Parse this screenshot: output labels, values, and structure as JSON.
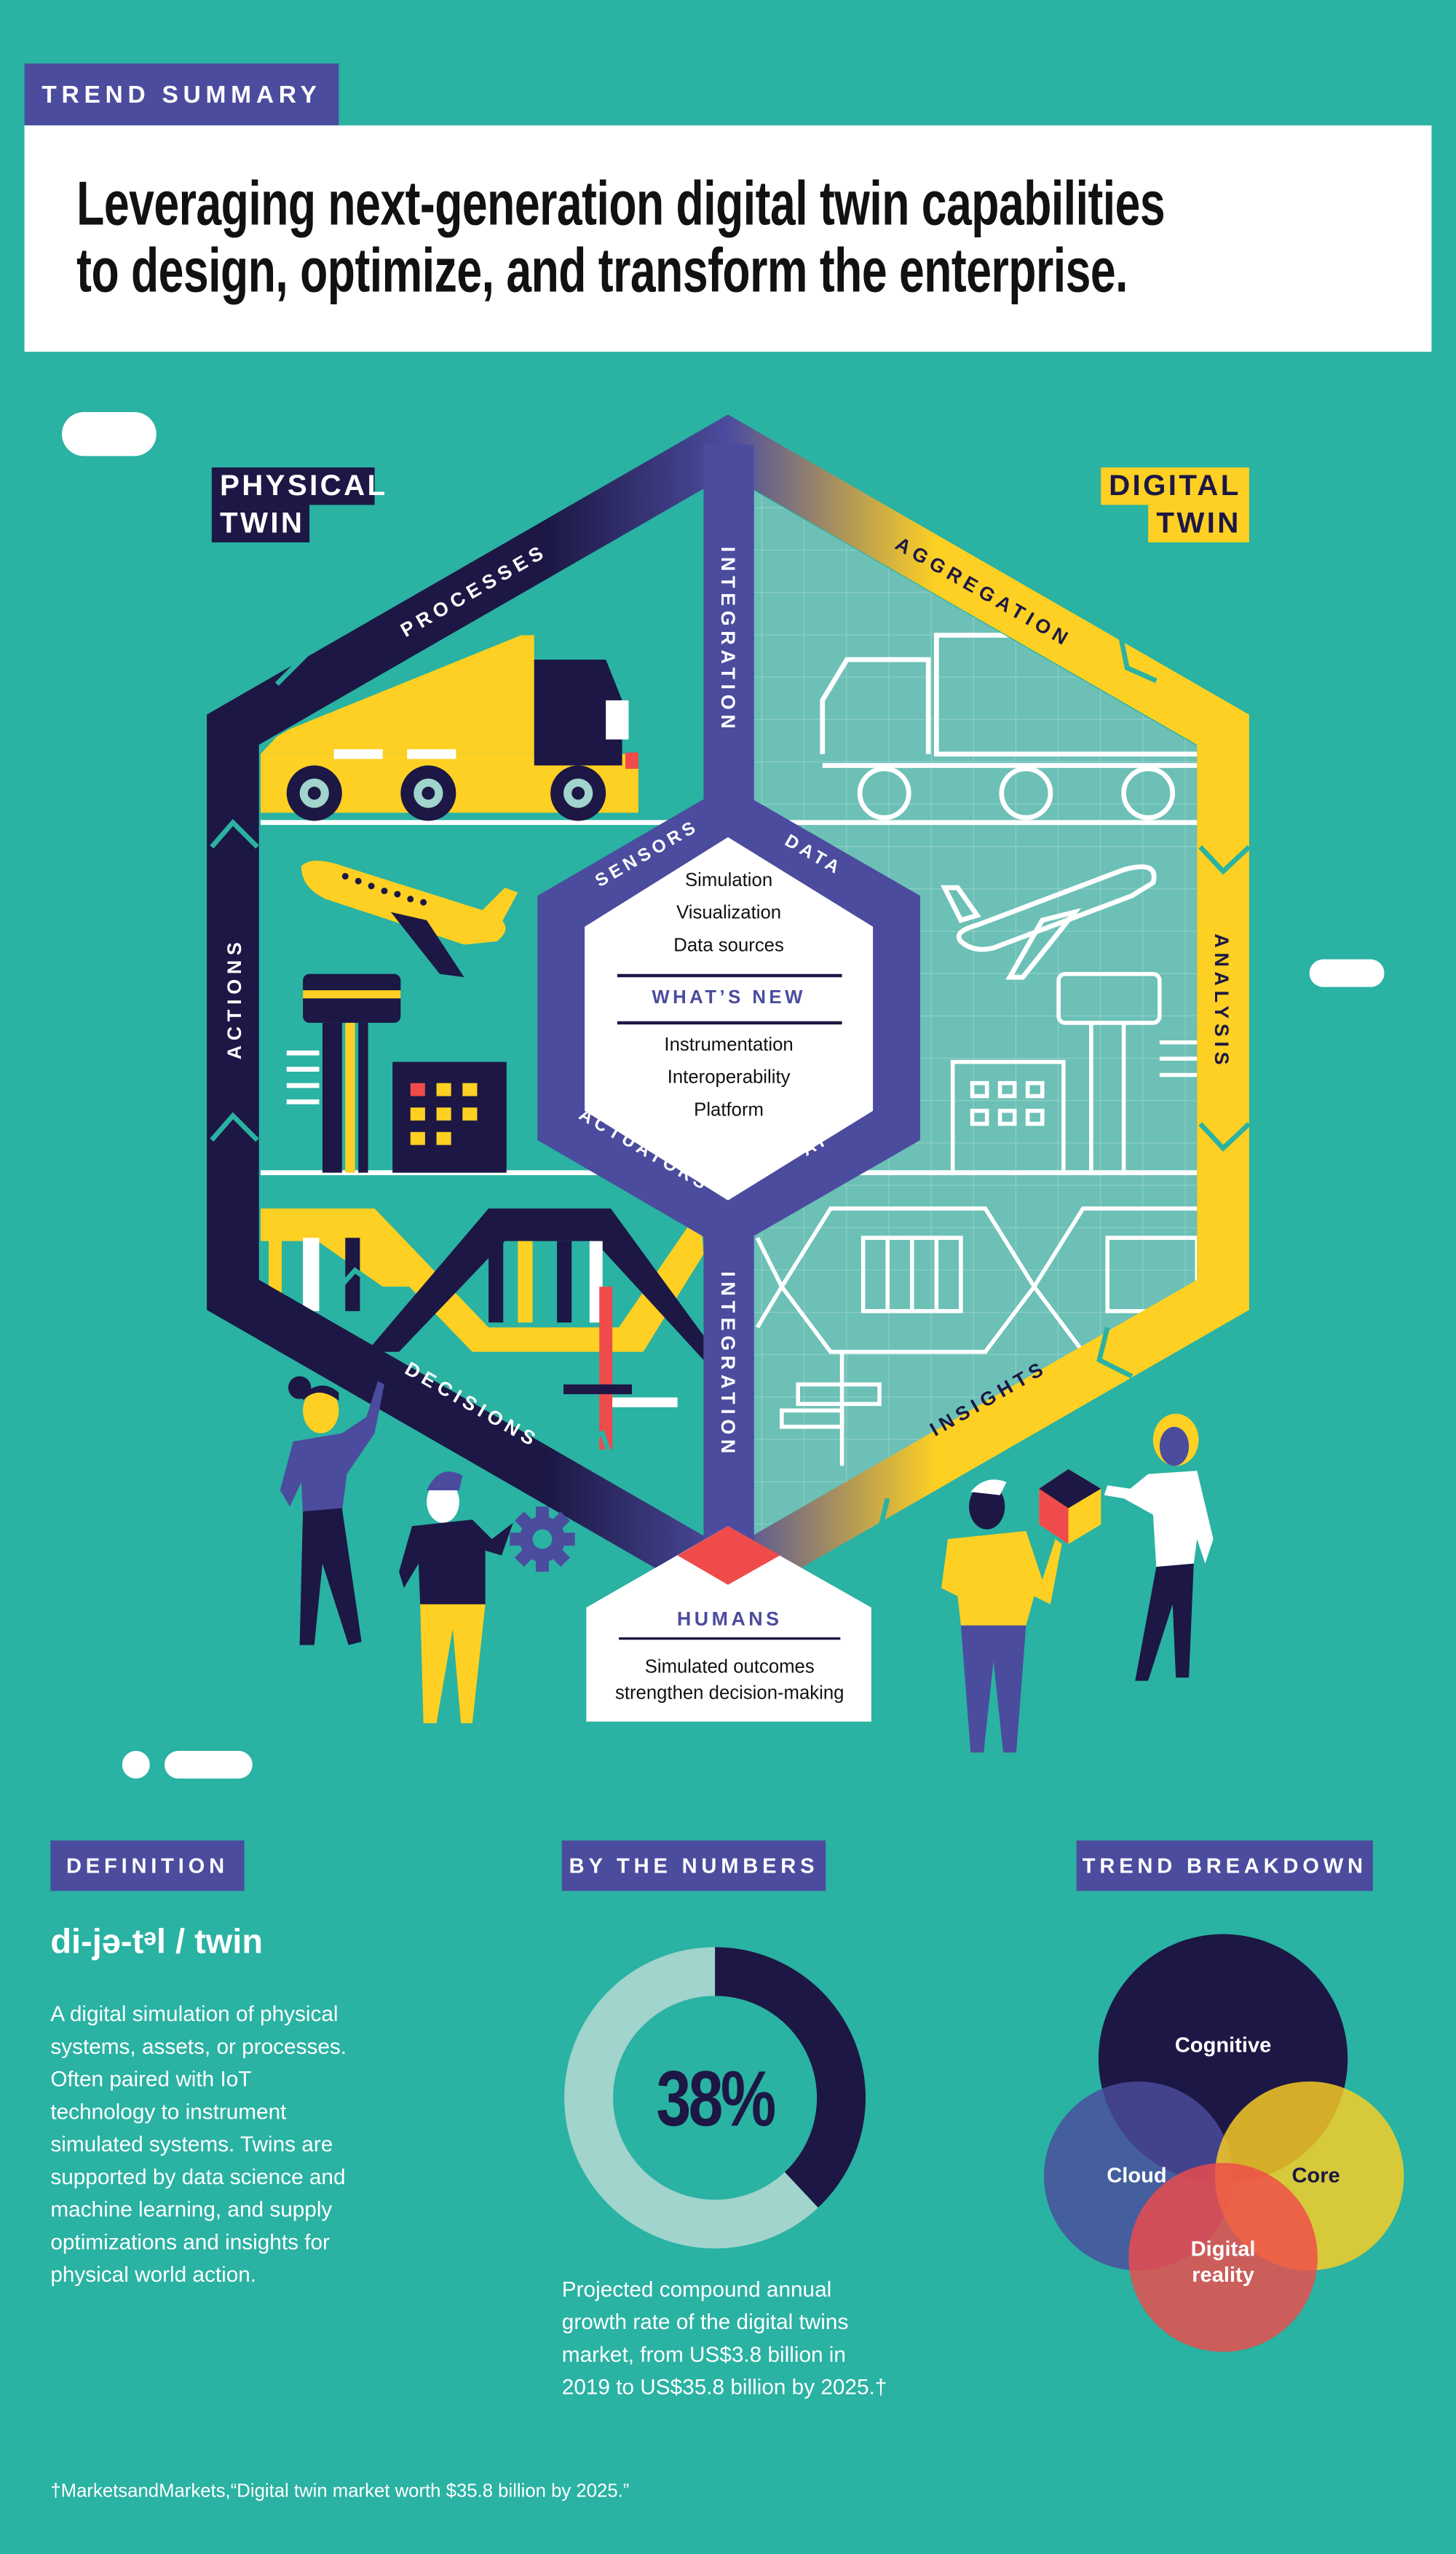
{
  "header": {
    "tag": "TREND SUMMARY",
    "title_lines": [
      "Leveraging next-generation digital twin capabilities",
      "to design, optimize, and transform the enterprise."
    ]
  },
  "diagram": {
    "physical_twin": [
      "PHYSICAL",
      "TWIN"
    ],
    "digital_twin": [
      "DIGITAL",
      "TWIN"
    ],
    "outer_labels": {
      "processes": "PROCESSES",
      "aggregation": "AGGREGATION",
      "actions": "ACTIONS",
      "analysis": "ANALYSIS",
      "decisions": "DECISIONS",
      "insights": "INSIGHTS",
      "integration_top": "INTEGRATION",
      "integration_bottom": "INTEGRATION"
    },
    "inner_labels": {
      "sensors": "SENSORS",
      "data": "DATA",
      "actuators": "ACTUATORS",
      "ai": "AI"
    },
    "core": {
      "existing": [
        "Simulation",
        "Visualization",
        "Data sources"
      ],
      "heading": "WHAT’S NEW",
      "new": [
        "Instrumentation",
        "Interoperability",
        "Platform"
      ]
    },
    "humans": {
      "heading": "HUMANS",
      "lines": [
        "Simulated outcomes",
        "strengthen decision-making"
      ]
    }
  },
  "definition": {
    "tag": "DEFINITION",
    "term": "di-jə-tᵊl / twin",
    "lines": [
      "A digital simulation of physical",
      "systems, assets, or processes.",
      "Often paired with IoT",
      "technology to instrument",
      "simulated systems. Twins are",
      "supported by data science and",
      "machine learning, and supply",
      "optimizations and insights for",
      "physical world action."
    ]
  },
  "numbers": {
    "tag": "BY THE NUMBERS",
    "value_label": "38%",
    "lines": [
      "Projected compound annual",
      "growth rate of the digital twins",
      "market, from US$3.8 billion in",
      "2019 to US$35.8 billion by 2025.†"
    ]
  },
  "chart_data": {
    "type": "pie",
    "values": [
      38,
      62
    ],
    "colors": [
      "#1c1744",
      "#a0d4cc"
    ]
  },
  "breakdown": {
    "tag": "TREND BREAKDOWN",
    "circles": {
      "cognitive": "Cognitive",
      "cloud": "Cloud",
      "core": "Core",
      "digital_reality": [
        "Digital",
        "reality"
      ]
    }
  },
  "footnote": "†MarketsandMarkets,“Digital twin market worth $35.8 billion by 2025.”",
  "colors": {
    "background": "#2ab2a3",
    "purple": "#4b4c9e",
    "navy": "#1c1744",
    "yellow": "#fdd023",
    "red": "#ef4b4b",
    "digital_panel": "#6cc0b6"
  }
}
